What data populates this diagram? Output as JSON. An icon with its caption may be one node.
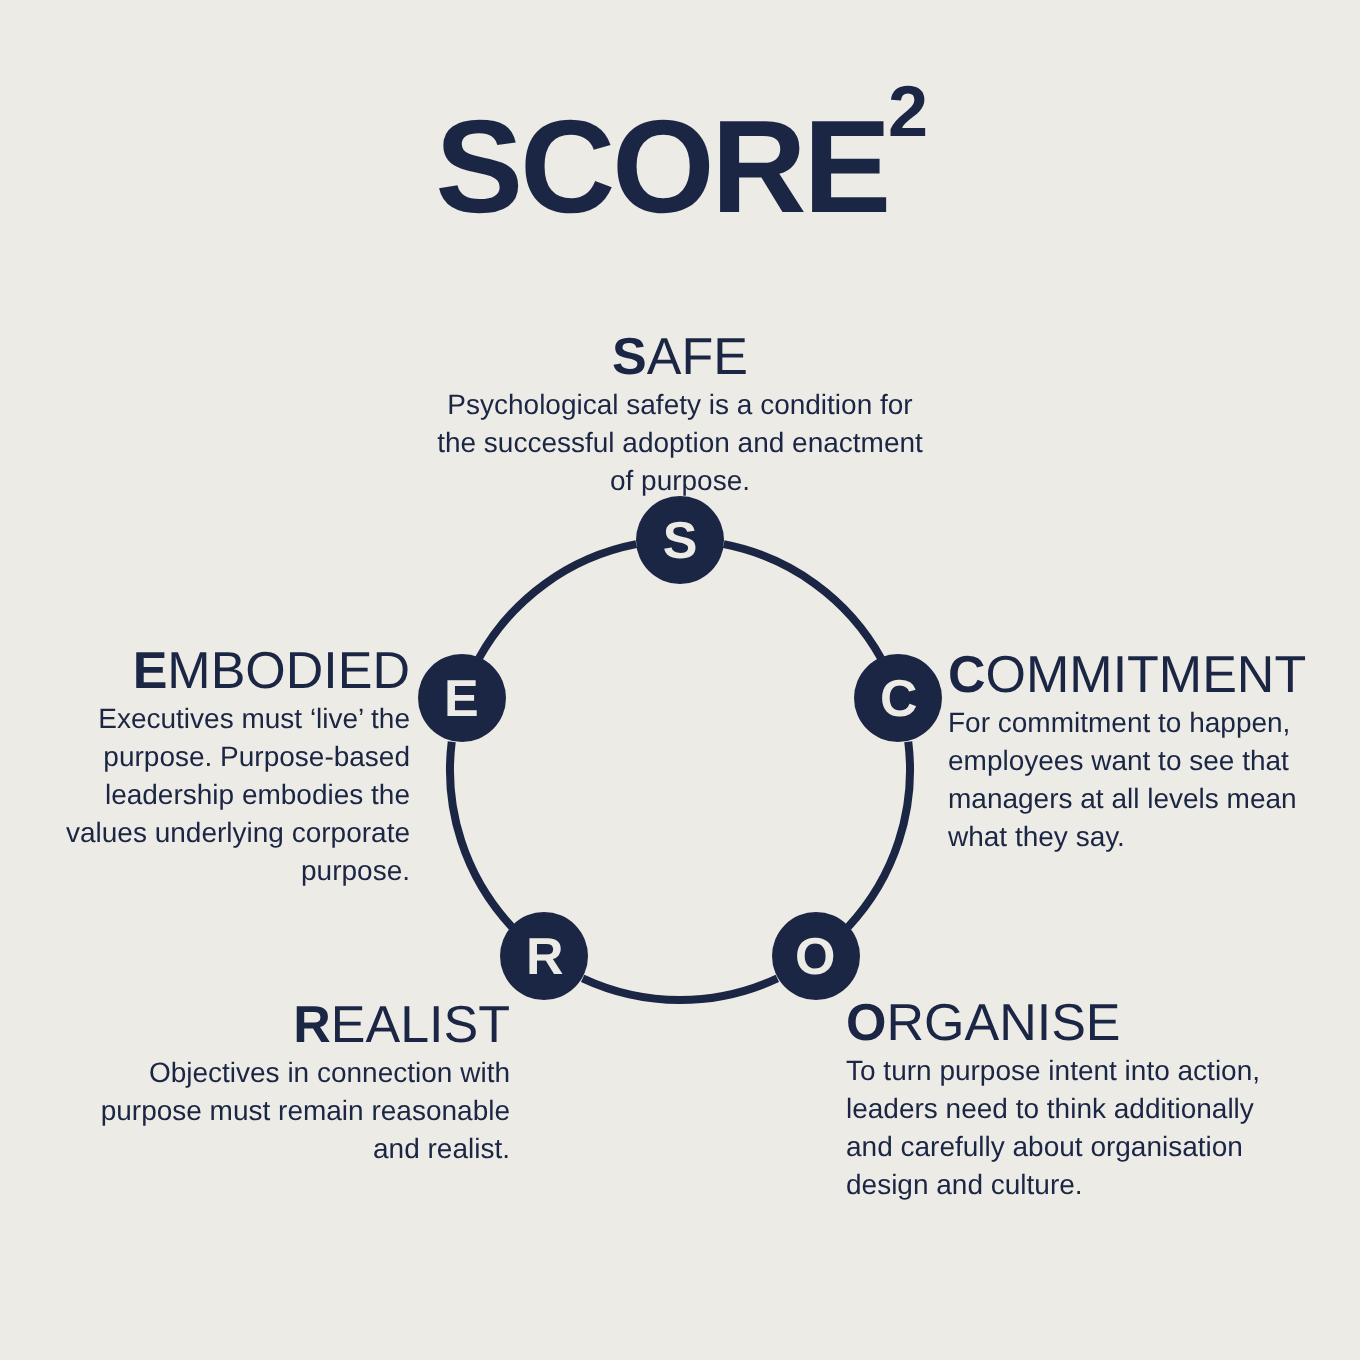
{
  "diagram": {
    "title": "SCORE$^{2}$",
    "nodes": [
      {
        "text": [
          "S"
        ],
        "beside": [
          "**S**AFE",
          "Psychological safety is a condition for the successful adoption and enactment of purpose."
        ]
      },
      {
        "text": [
          "C"
        ],
        "beside": [
          "**C**OMMITMENT",
          "For commitment to happen, employees want to see that managers at all levels mean what they say."
        ]
      },
      {
        "text": [
          "O"
        ],
        "beside": [
          "**O**RGANISE",
          "To turn purpose intent into action, leaders need to think additionally and carefully about organisation design and culture."
        ]
      },
      {
        "text": [
          "R"
        ],
        "beside": [
          "**R**EALIST",
          "Objectives in connection with purpose must remain reasonable and realist."
        ]
      },
      {
        "text": [
          "E"
        ],
        "beside": [
          "**E**MBODIED",
          "Executives must ‘live’ the purpose. Purpose-based leadership embodies the values underlying corporate purpose."
        ]
      }
    ],
    "edges": [
      {
        "from": 0,
        "to": 1,
        "arrow": "none"
      },
      {
        "from": 1,
        "to": 2,
        "arrow": "none"
      },
      {
        "from": 2,
        "to": 3,
        "arrow": "none"
      },
      {
        "from": 3,
        "to": 4,
        "arrow": "none"
      },
      {
        "from": 4,
        "to": 0,
        "arrow": "none"
      }
    ]
  }
}
